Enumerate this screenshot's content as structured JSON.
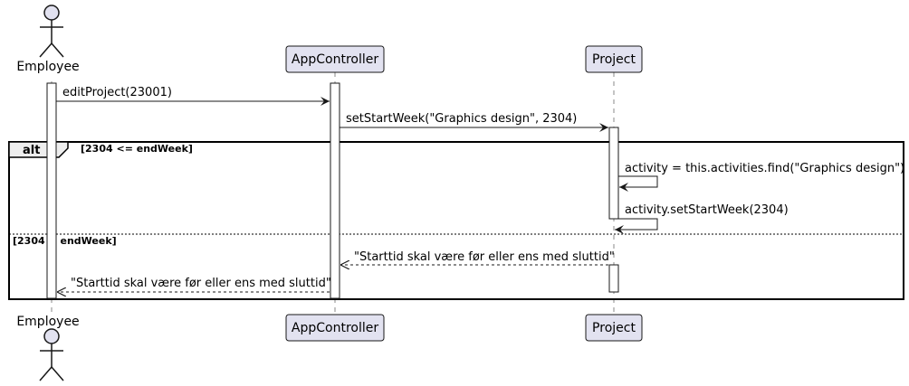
{
  "participants": {
    "employee": {
      "name": "Employee",
      "kind": "actor"
    },
    "app_controller": {
      "name": "AppController",
      "kind": "participant"
    },
    "project": {
      "name": "Project",
      "kind": "participant"
    }
  },
  "messages": {
    "m1": {
      "text": "editProject(23001)",
      "from": "Employee",
      "to": "AppController",
      "style": "sync"
    },
    "m2": {
      "text": "setStartWeek(\"Graphics design\", 2304)",
      "from": "AppController",
      "to": "Project",
      "style": "sync"
    },
    "m3": {
      "text": "activity = this.activities.find(\"Graphics design\")",
      "from": "Project",
      "to": "Project",
      "style": "self"
    },
    "m4": {
      "text": "activity.setStartWeek(2304)",
      "from": "Project",
      "to": "Project",
      "style": "self"
    },
    "m5": {
      "text": "\"Starttid skal være før eller ens med sluttid\"",
      "from": "Project",
      "to": "AppController",
      "style": "return"
    },
    "m6": {
      "text": "\"Starttid skal være før eller ens med sluttid\"",
      "from": "AppController",
      "to": "Employee",
      "style": "return"
    }
  },
  "fragment": {
    "keyword": "alt",
    "guard1": "[2304 <= endWeek]",
    "guard2": "[2304 > endWeek]"
  },
  "colors": {
    "participant_fill": "#e2e2f0",
    "participant_border": "#181818",
    "line": "#181818",
    "lifeline": "#888888",
    "background": "#ffffff"
  }
}
